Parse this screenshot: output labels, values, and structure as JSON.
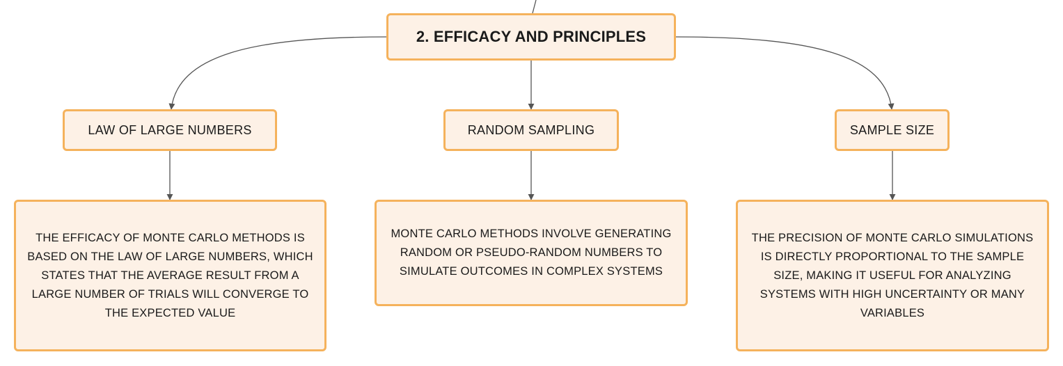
{
  "diagram": {
    "root": {
      "label": "2. EFFICACY AND PRINCIPLES"
    },
    "branches": [
      {
        "topic": "LAW OF LARGE NUMBERS",
        "detail": "THE EFFICACY OF MONTE CARLO METHODS IS BASED ON THE LAW OF LARGE NUMBERS, WHICH STATES THAT THE AVERAGE RESULT FROM A LARGE NUMBER OF TRIALS WILL CONVERGE TO THE EXPECTED VALUE"
      },
      {
        "topic": "RANDOM SAMPLING",
        "detail": "MONTE CARLO METHODS INVOLVE GENERATING RANDOM OR PSEUDO-RANDOM NUMBERS TO SIMULATE OUTCOMES IN COMPLEX SYSTEMS"
      },
      {
        "topic": "SAMPLE SIZE",
        "detail": "THE PRECISION OF MONTE CARLO SIMULATIONS IS DIRECTLY PROPORTIONAL TO THE SAMPLE SIZE, MAKING IT USEFUL FOR ANALYZING SYSTEMS WITH HIGH UNCERTAINTY OR MANY VARIABLES"
      }
    ],
    "colors": {
      "node_fill": "#fdf1e6",
      "node_border": "#f5b25c",
      "connector": "#555555"
    }
  }
}
